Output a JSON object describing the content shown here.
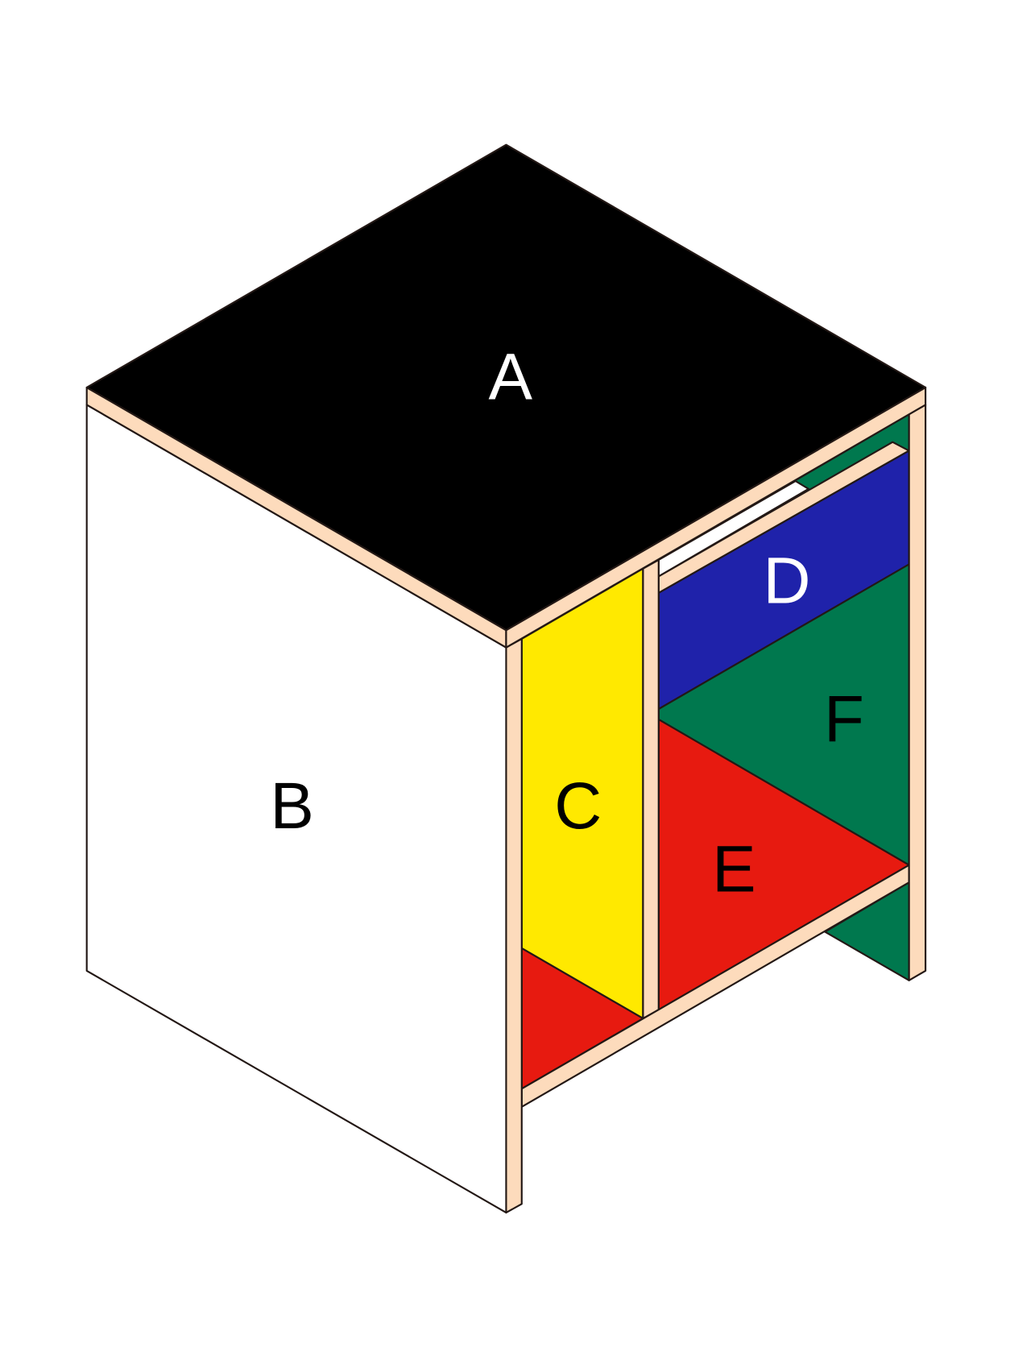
{
  "labels": {
    "a": "A",
    "b": "B",
    "c": "C",
    "d": "D",
    "e": "E",
    "f": "F"
  },
  "colors": {
    "top": "#000000",
    "frame": "#FDDBBC",
    "side": "#FFFFFF",
    "yellow": "#FFE900",
    "blue": "#1F22AA",
    "green": "#00784E",
    "red": "#E71A10",
    "stroke": "#231815"
  }
}
